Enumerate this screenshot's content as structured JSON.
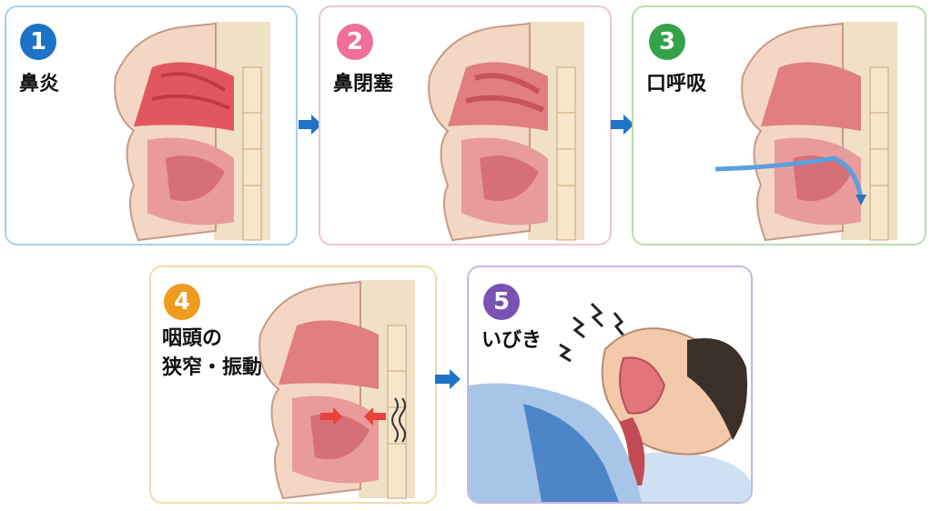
{
  "steps": [
    {
      "number": "1",
      "label": "鼻炎",
      "color": "#1e73c8",
      "border": "#a9d0ea"
    },
    {
      "number": "2",
      "label": "鼻閉塞",
      "color": "#ef6f98",
      "border": "#f2c3d1"
    },
    {
      "number": "3",
      "label": "口呼吸",
      "color": "#33a24a",
      "border": "#bcdcae"
    },
    {
      "number": "4",
      "label_line1": "咽頭の",
      "label_line2": "狭窄・振動",
      "color": "#f09a1e",
      "border": "#f2dba8"
    },
    {
      "number": "5",
      "label": "いびき",
      "color": "#7a52b3",
      "border": "#c8b7e0"
    }
  ],
  "arrow_color": "#1e73c8"
}
